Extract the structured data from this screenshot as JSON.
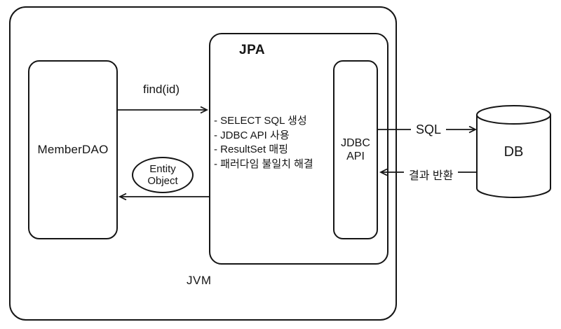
{
  "diagram": {
    "jvm": {
      "label": "JVM"
    },
    "member_dao": {
      "label": "MemberDAO"
    },
    "jpa": {
      "title": "JPA",
      "items": [
        "- SELECT SQL 생성",
        "- JDBC API 사용",
        "- ResultSet 매핑",
        "- 패러다임 불일치 해결"
      ]
    },
    "jdbc_api": {
      "line1": "JDBC",
      "line2": "API"
    },
    "entity_object": {
      "line1": "Entity",
      "line2": "Object"
    },
    "db": {
      "label": "DB"
    },
    "arrows": {
      "find_label": "find(id)",
      "sql_label": "SQL",
      "result_label": "결과 반환"
    },
    "colors": {
      "stroke": "#151515",
      "background": "#ffffff"
    }
  }
}
